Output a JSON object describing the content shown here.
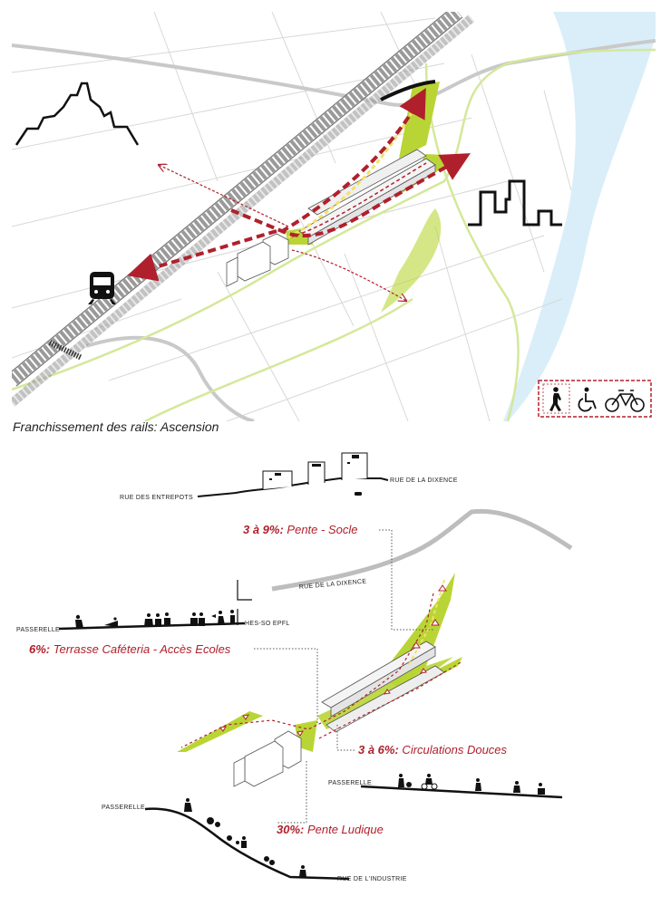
{
  "caption": "Franchissement des rails: Ascension",
  "section_top": {
    "left_street": "RUE DES ENTREPOTS",
    "right_street": "RUE DE LA DIXENCE"
  },
  "axonometric": {
    "street_label": "RUE DE LA DIXENCE"
  },
  "annotations": {
    "socle": {
      "pct": "3 à 9%:",
      "text": " Pente - Socle"
    },
    "terrasse": {
      "pct": "6%:",
      "text": " Terrasse Caféteria - Accès Ecoles"
    },
    "circulations": {
      "pct": "3 à 6%:",
      "text": " Circulations Douces"
    },
    "ludique": {
      "pct": "30%:",
      "text": " Pente Ludique"
    }
  },
  "section_terrasse": {
    "left": "PASSERELLE",
    "right": "HES-SO EPFL"
  },
  "section_circulations": {
    "left": "PASSERELLE"
  },
  "section_ludique": {
    "top": "PASSERELLE",
    "bottom": "RUE DE L'INDUSTRIE"
  },
  "colors": {
    "accent_red": "#b0202c",
    "green": "#b9d535",
    "river": "#d9eef9",
    "grey_lines": "#d6d6d6",
    "rail_grey": "#9a9a9a"
  },
  "legend_icons": [
    "pedestrian-icon",
    "wheelchair-icon",
    "bicycle-icon"
  ],
  "map_icons": [
    "castle-silhouette-icon",
    "city-skyline-icon",
    "train-icon"
  ]
}
